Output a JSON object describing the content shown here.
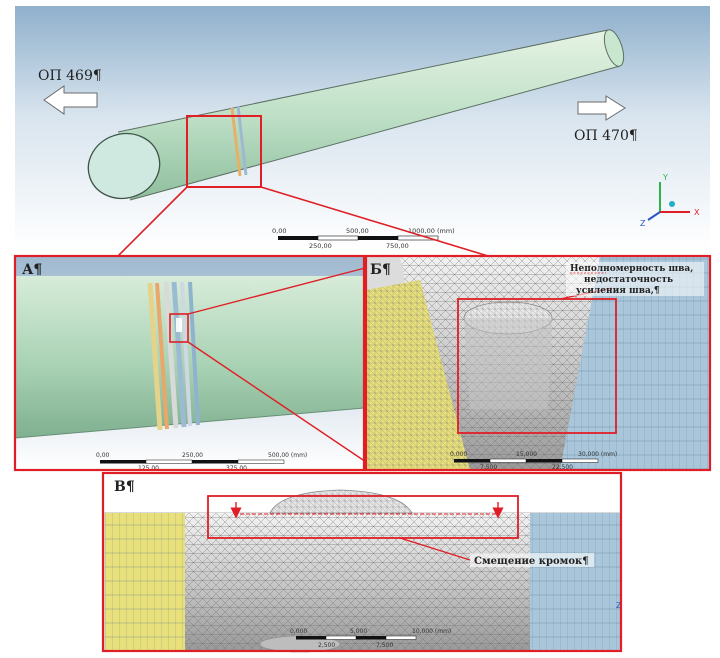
{
  "top_view": {
    "left_label": "ОП 469¶",
    "right_label": "ОП 470¶",
    "axis": {
      "y": "Y",
      "x": "X",
      "z": "Z"
    },
    "scale": {
      "ticks_top": [
        "0,00",
        "500,00",
        "1000,00 (mm)"
      ],
      "ticks_bottom": [
        "250,00",
        "750,00"
      ]
    }
  },
  "panel_a": {
    "label": "А¶",
    "scale": {
      "ticks_top": [
        "0,00",
        "250,00",
        "500,00 (mm)"
      ],
      "ticks_bottom": [
        "125,00",
        "375,00"
      ]
    }
  },
  "panel_b": {
    "label": "Б¶",
    "annotation_line1": "Неполномерность шва,",
    "annotation_line2": "недостаточность",
    "annotation_line3": "усиления шва,¶",
    "scale": {
      "ticks_top": [
        "0,000",
        "15,000",
        "30,000 (mm)"
      ],
      "ticks_bottom": [
        "7,500",
        "22,500"
      ]
    }
  },
  "panel_c": {
    "label": "В¶",
    "annotation": "Смещение кромок¶",
    "axis_z": "Z",
    "scale": {
      "ticks_top": [
        "0,000",
        "5,000",
        "10,000 (mm)"
      ],
      "ticks_bottom": [
        "2,500",
        "7,500"
      ]
    }
  },
  "colors": {
    "highlight": "#e01e25",
    "pipe": "#bfe0c7",
    "weld_yellow": "#e8e07a",
    "weld_blue": "#a9c6da"
  }
}
